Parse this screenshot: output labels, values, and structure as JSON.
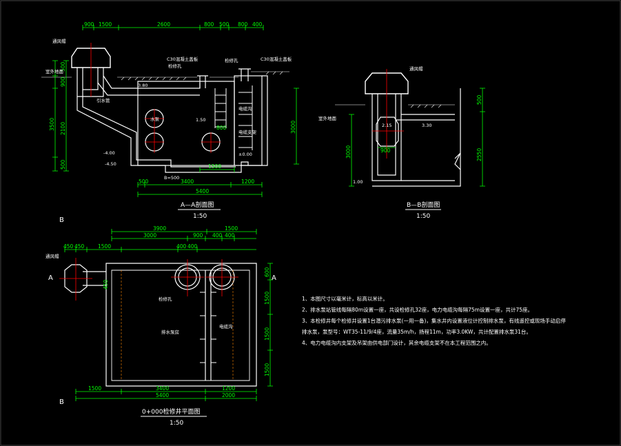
{
  "section_aa": {
    "title": "A—A剖面图",
    "scale": "1:50",
    "dims_top": [
      "900",
      "1500",
      "2600",
      "800",
      "500",
      "800",
      "400"
    ],
    "dims_left": [
      "500",
      "900",
      "2100",
      "500"
    ],
    "dim_total_left": "3500",
    "dims_bottom": [
      "500",
      "3400",
      "1200"
    ],
    "dim_total_bottom": "5400",
    "dim_right": "3000",
    "dim_inner_1500": "1500",
    "dim_800": "800",
    "labels": {
      "vent": "通风帽",
      "outdoor_ground": "室外地面",
      "c30_left": "C30混凝土盖板",
      "c30_right": "C30混凝土盖板",
      "manhole_left": "检修孔",
      "manhole_right": "检修孔",
      "pipe_label": "引水管",
      "cable_trench": "电缆沟",
      "pump": "水泵",
      "cable_bracket": "电缆支架",
      "level_l": "3.80",
      "level_mid": "1.50",
      "level_zero": "±0.00",
      "level_a": "-4.00",
      "level_b": "-4.50",
      "b_value": "B=500"
    }
  },
  "section_bb": {
    "title": "B—B剖面图",
    "scale": "1:50",
    "dims_right": [
      "500",
      "2550"
    ],
    "dim_left": "3000",
    "dim_bottom": "900",
    "labels": {
      "vent": "通风帽",
      "outdoor": "室外地面",
      "level_top": "3.30",
      "level_bot": "1.00",
      "dia": "2.15"
    }
  },
  "plan": {
    "title": "0+000检修井平面图",
    "scale": "1:50",
    "dims_top_row1": [
      "3900",
      "1500"
    ],
    "dims_top_row2": [
      "3000",
      "900",
      "400",
      "400"
    ],
    "dims_top_row3": [
      "450",
      "450",
      "1500",
      "400",
      "400"
    ],
    "dims_right": [
      "600",
      "1500",
      "1500",
      "1500"
    ],
    "dims_bottom_row1": [
      "1500",
      "3400",
      "1200"
    ],
    "dims_bottom_row2": [
      "5400",
      "2000"
    ],
    "labels": {
      "vent": "通风帽",
      "pump_room": "排水泵房",
      "cable_trench": "电缆沟",
      "manhole": "检修孔",
      "dim_45": "450",
      "section_a": "A",
      "section_b": "B"
    }
  },
  "notes": [
    "1、本图尺寸以毫米计，标高以米计。",
    "2、排水泵站管线每隔80m设置一座，共设检修孔32座，电力电缆沟每隔75m设置一座，共计75座。",
    "3、本检修井每个检修井设置1台潜污排水泵(一用一备)，集水井内设置液位计控制排水泵，有线遥控或现场手动启停",
    "   排水泵，泵型号：WT35-11/9/4座，流量35m/h，扬程11m，功率3.0KW，共计配置排水泵31台。",
    "4、电力电缆沟内支架及吊架由供电部门设计，其余电缆支架不在本工程范围之内。"
  ],
  "colors": {
    "background": "#000000",
    "wall": "#ffffff",
    "dimension": "#00ff00",
    "centerline": "#ff0000",
    "text": "#ffffff",
    "leader": "#ffff00"
  }
}
